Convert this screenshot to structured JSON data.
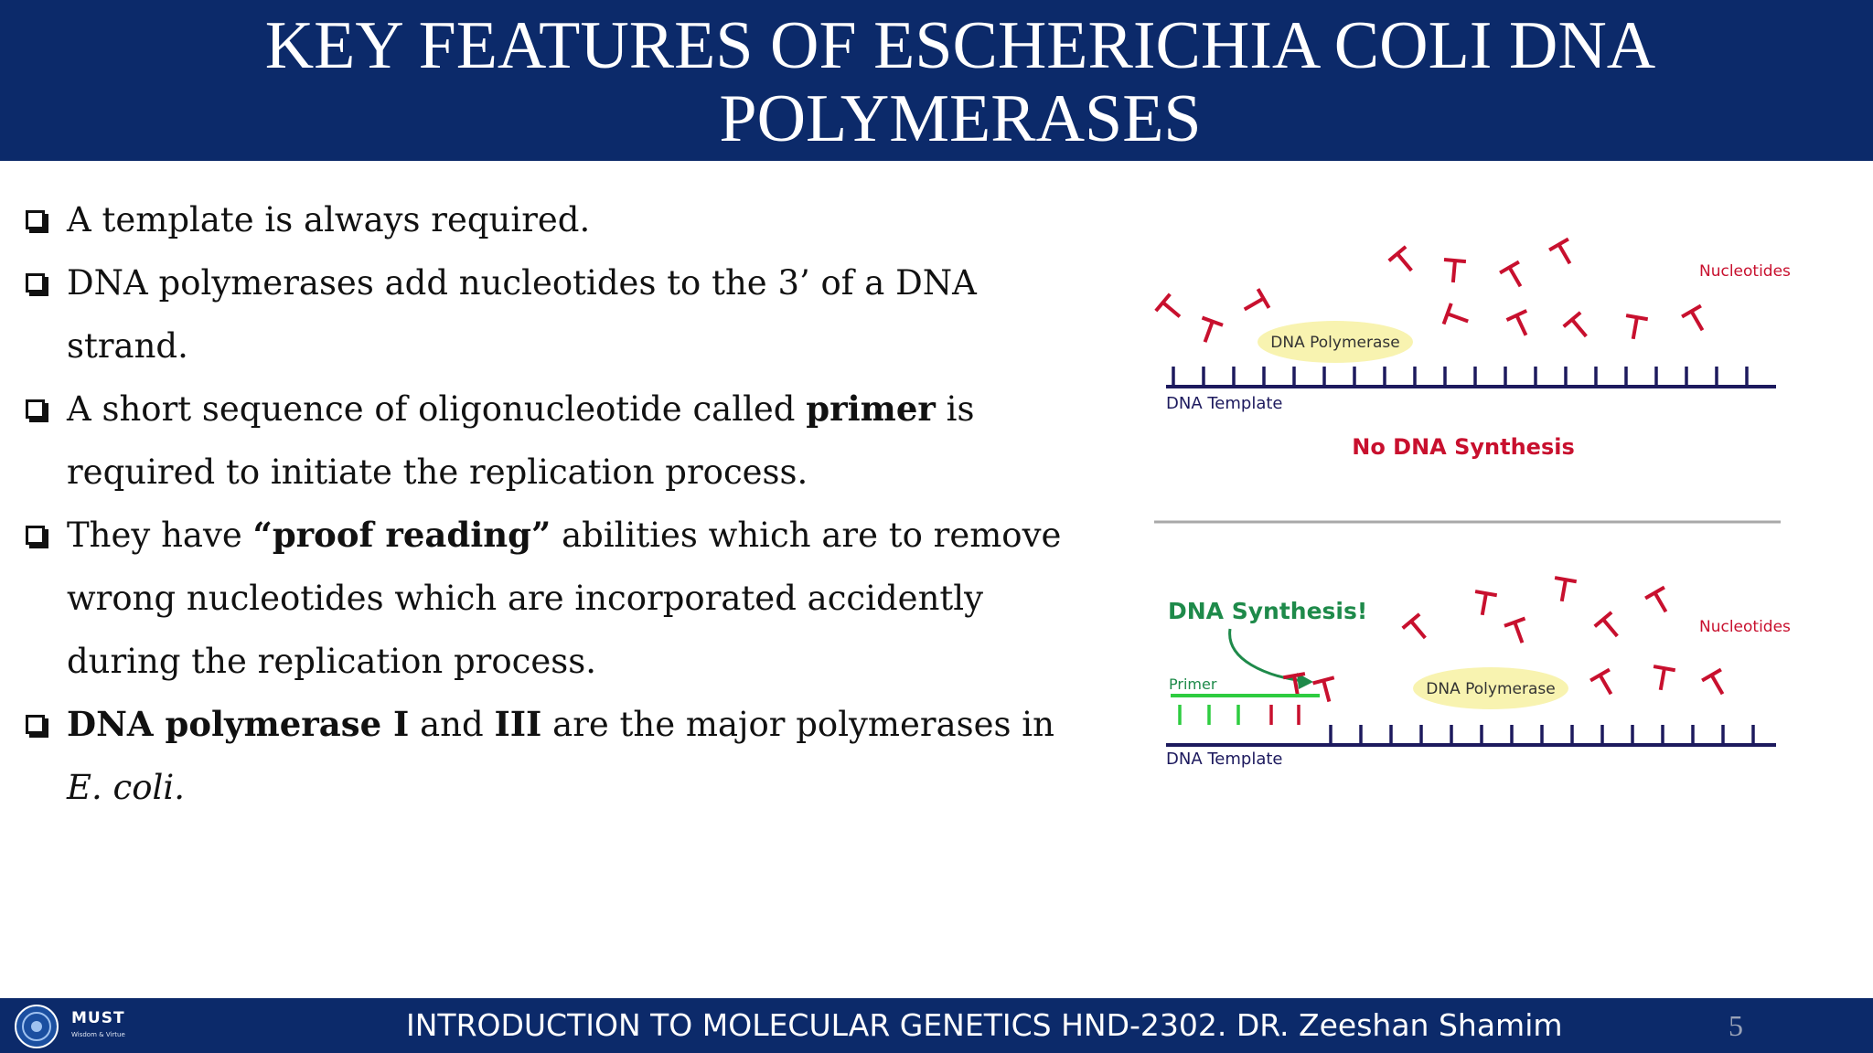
{
  "header": {
    "title": "KEY FEATURES OF ESCHERICHIA COLI DNA POLYMERASES"
  },
  "bullets": [
    {
      "text": "A template is always required."
    },
    {
      "text": "DNA polymerases add nucleotides to the 3’ of a DNA strand."
    },
    {
      "pre": "A short sequence of oligonucleotide called ",
      "bold": "primer",
      "post": " is required to initiate the replication process."
    },
    {
      "pre": "They have ",
      "bold": "“proof reading”",
      "post": " abilities which are to remove wrong nucleotides which are incorporated accidently during the replication process."
    },
    {
      "bold1": "DNA polymerase I",
      "mid": " and ",
      "bold2": "III",
      "post": " are the major polymerases in ",
      "italic": "E. coli."
    }
  ],
  "figure": {
    "top_panel": {
      "nucleotides_label": "Nucleotides",
      "polymerase_label": "DNA Polymerase",
      "template_label": "DNA Template",
      "result_label": "No DNA Synthesis"
    },
    "bottom_panel": {
      "synthesis_label": "DNA Synthesis!",
      "primer_label": "Primer",
      "nucleotides_label": "Nucleotides",
      "polymerase_label": "DNA Polymerase",
      "template_label": "DNA Template"
    }
  },
  "footer": {
    "logo_text": "MUST",
    "logo_tagline": "Wisdom & Virtue",
    "course_text": "INTRODUCTION TO MOLECULAR GENETICS HND-2302. DR. Zeeshan Shamim",
    "page_number": "5"
  },
  "colors": {
    "header_bg": "#0c2a6a",
    "nucleotide_red": "#c8102e",
    "template_navy": "#1d1a5e",
    "primer_green": "#2ecc40",
    "synthesis_green": "#1e8a4a",
    "polymerase_yellow": "#f8f3b0"
  }
}
